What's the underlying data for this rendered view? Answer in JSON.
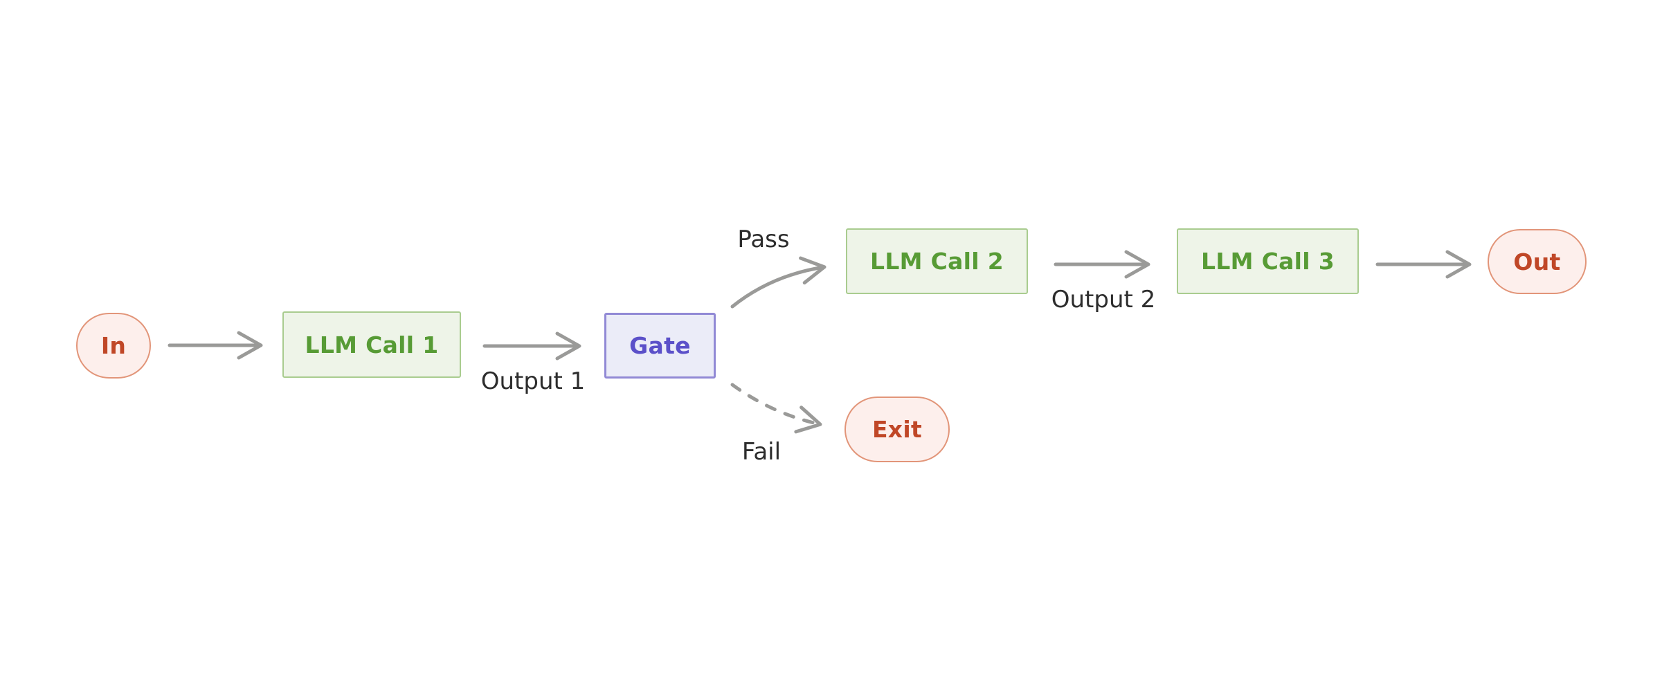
{
  "nodes": {
    "in": {
      "label": "In",
      "type": "terminal"
    },
    "llm_call_1": {
      "label": "LLM Call 1",
      "type": "process"
    },
    "gate": {
      "label": "Gate",
      "type": "gate"
    },
    "llm_call_2": {
      "label": "LLM Call 2",
      "type": "process"
    },
    "llm_call_3": {
      "label": "LLM Call 3",
      "type": "process"
    },
    "out": {
      "label": "Out",
      "type": "terminal"
    },
    "exit": {
      "label": "Exit",
      "type": "terminal"
    }
  },
  "edge_labels": {
    "output_1": "Output 1",
    "pass": "Pass",
    "output_2": "Output 2",
    "fail": "Fail"
  },
  "edges": [
    {
      "from": "in",
      "to": "llm_call_1",
      "style": "solid"
    },
    {
      "from": "llm_call_1",
      "to": "gate",
      "style": "solid",
      "label": "Output 1"
    },
    {
      "from": "gate",
      "to": "llm_call_2",
      "style": "curved",
      "label": "Pass"
    },
    {
      "from": "llm_call_2",
      "to": "llm_call_3",
      "style": "solid",
      "label": "Output 2"
    },
    {
      "from": "llm_call_3",
      "to": "out",
      "style": "solid"
    },
    {
      "from": "gate",
      "to": "exit",
      "style": "dashed-curved",
      "label": "Fail"
    }
  ],
  "colors": {
    "background": "#ffffff",
    "process_fill": "#eef4e8",
    "process_border": "#a9cc8f",
    "process_text": "#579b35",
    "gate_fill": "#ebecf8",
    "gate_border": "#9189d5",
    "gate_text": "#5b50c9",
    "terminal_fill": "#fdefec",
    "terminal_border": "#e29579",
    "terminal_text": "#c04727",
    "arrow": "#9a9a98",
    "label_text": "#2d2d2d"
  }
}
